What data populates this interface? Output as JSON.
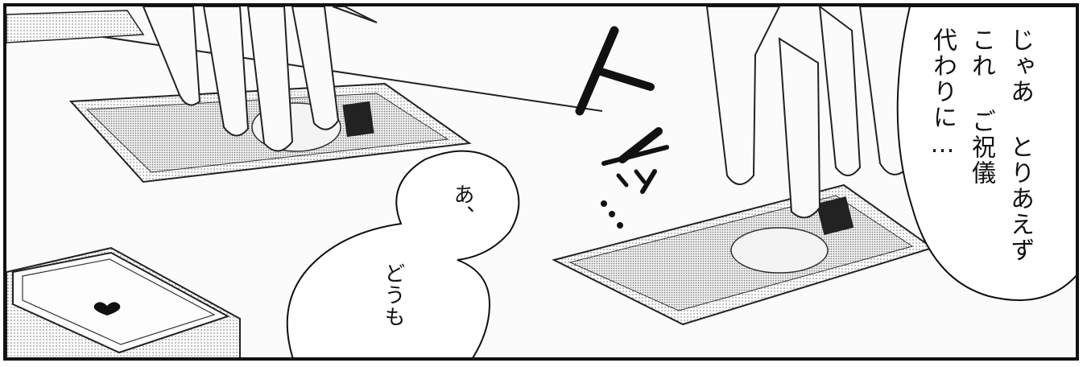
{
  "speech": {
    "right_lines": [
      "じゃあ とりあえず",
      "これ ご祝儀",
      "代わりに…"
    ],
    "left_a": "あ、",
    "left_b": "どうも"
  },
  "sfx": "トンッ…",
  "colors": {
    "ink": "#111111",
    "paper": "#fbfbfb",
    "tone": "#cfcfcf"
  }
}
